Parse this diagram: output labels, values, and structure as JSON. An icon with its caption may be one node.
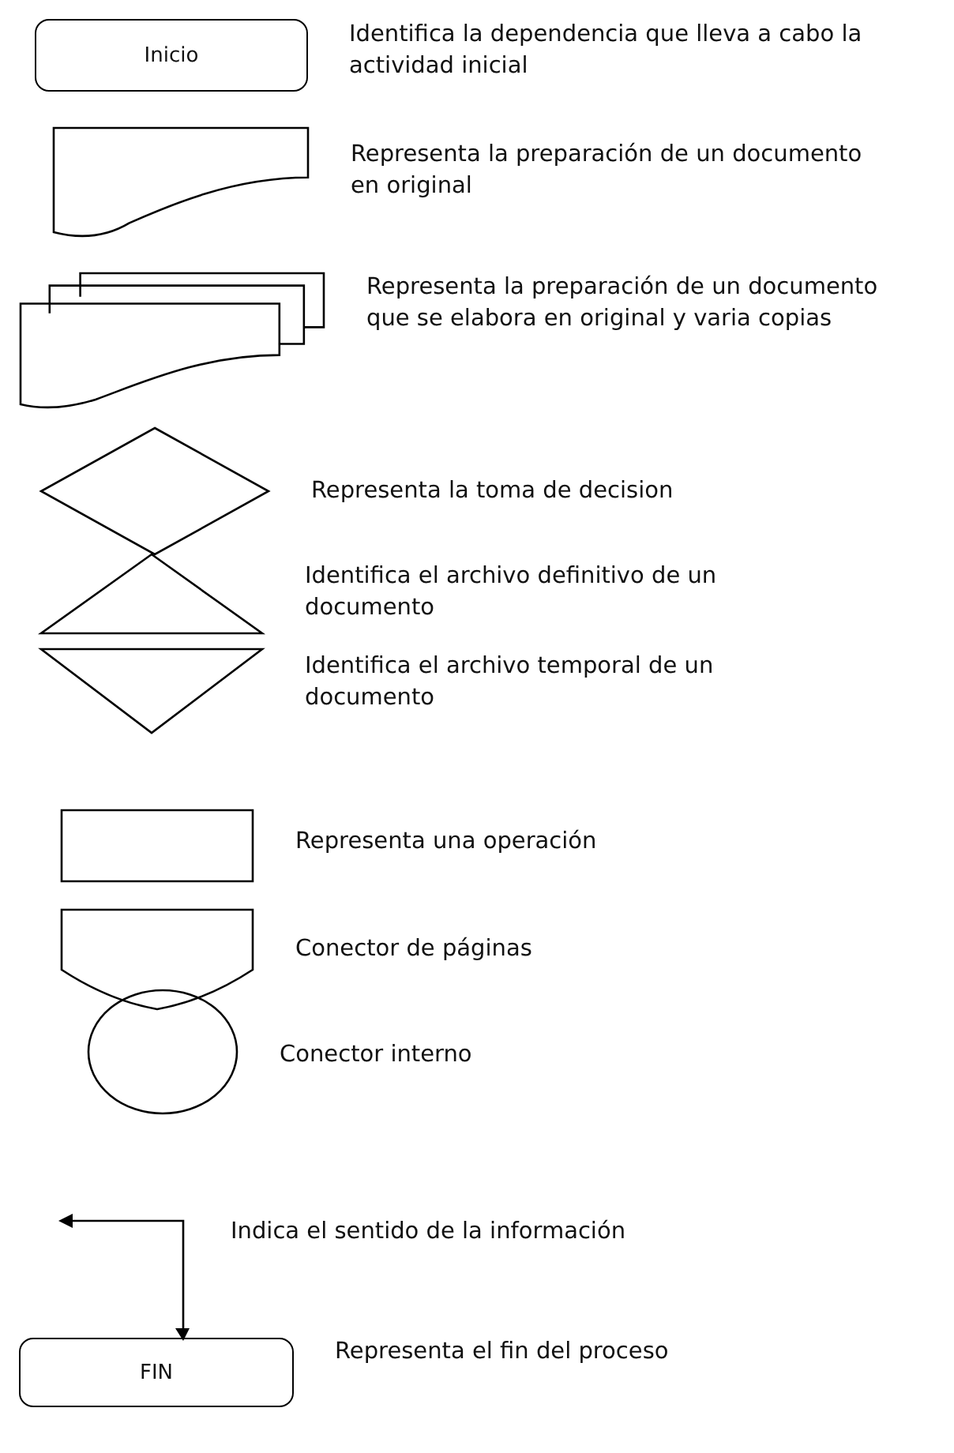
{
  "diagram": {
    "nodes": [
      {
        "text": [
          "Inicio"
        ],
        "beside": [
          "Identifica la dependencia que lleva a cabo la actividad inicial"
        ]
      },
      {
        "text": [],
        "shape": "document",
        "beside": [
          "Representa la preparación de un documento en original"
        ]
      },
      {
        "text": [],
        "shape": "documents",
        "beside": [
          "Representa la preparación de un documento que se elabora en original y varia copias"
        ]
      },
      {
        "text": [],
        "shape": "diamond",
        "beside": [
          "Representa la toma de decision"
        ]
      },
      {
        "text": [],
        "shape": "triangle",
        "beside": [
          "Identifica el archivo definitivo de un documento"
        ]
      },
      {
        "text": [],
        "shape": "triangle",
        "beside": [
          "Identifica el archivo temporal de un documento"
        ]
      },
      {
        "text": [],
        "shape": "box",
        "beside": [
          "Representa una operación"
        ]
      },
      {
        "text": [],
        "shape": "shield",
        "beside": [
          "Conector de páginas"
        ]
      },
      {
        "text": [],
        "shape": "circle",
        "beside": [
          "Conector interno"
        ]
      },
      {
        "text": [],
        "shape": "arrow",
        "beside": [
          "Indica el sentido de la información"
        ]
      },
      {
        "text": [
          "FIN"
        ],
        "beside": [
          "Representa el fin del proceso"
        ]
      }
    ]
  }
}
